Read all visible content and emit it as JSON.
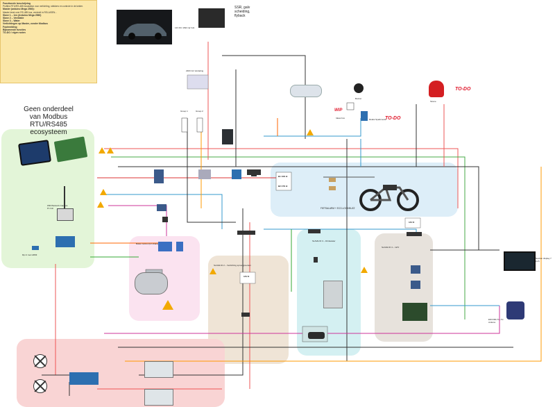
{
  "notes": {
    "heading": "Functionele beschrijving",
    "lines": [
      "Profiles RTU/RS-485 busstation voor verlichting, stekkers en controle in de kelder.",
      "Master (arduino Mega 2560):",
      "Master leest over RS-485 bus, verdeelt in RELAISEN...",
      "Slave 1 – 1es (Arduino Mega 2560)",
      "Slave 2 – Ventilatie",
      "Slave 3 – Water",
      "Verlichtingen op Master, zonder Modbus",
      "Foutmelding:",
      "Bijkomende functies",
      "TO-DO / eigen noten"
    ]
  },
  "header_label": "Geen onderdeel van Modbus RTU/RS485 ecosysteem",
  "ssr_label": "SSR, galv scheiding, flyback",
  "labels": {
    "car_caption": "12V DC 10W car hub",
    "group1": "Groep 1",
    "group2": "Groep 2",
    "panel_caption": "230V AC Verdeling",
    "wip": "WIP",
    "todo1": "TO-DO",
    "todo2": "TO-DO",
    "bike_caption": "FIETSALARM + ECO-LOCK/BUZZ",
    "boiler_caption": "Boiler control (for share)",
    "slave2": "SLAVE ID 2 – Verlichting sproeigroenten",
    "slave3": "SLAVE ID 3 – Drinkwater",
    "slave4": "SLAVE ID 4 – 12/V",
    "v12a": "12V D",
    "v12b": "12V D",
    "display_caption": "Nextion display 7 inch",
    "sensor_caption": "ENV/IMU 5 + 5v Arduino",
    "antenna_caption": "WiFi/Network Camera Pi 4 kit",
    "pi_caption": "Rpi 4 met HDMI",
    "b1": "B1 10K Ω",
    "b2": "B2 47K Ω",
    "ideasbox": "Ideas box",
    "buzzer_label": "Buzzer",
    "siren_label": "Sirene",
    "relay_label": "Relais Sparkmode"
  },
  "colors": {
    "green_zone": "#e3f5d8",
    "blue_zone": "#ddeef8",
    "pink_zone": "#fbe3f0",
    "tan_zone": "#efe4d6",
    "cyan_zone": "#d4f0f2",
    "grey_zone": "#e7e2dc",
    "red_zone": "#f9d4d4",
    "note": "#fbe7a8",
    "todo": "#e0182b"
  }
}
